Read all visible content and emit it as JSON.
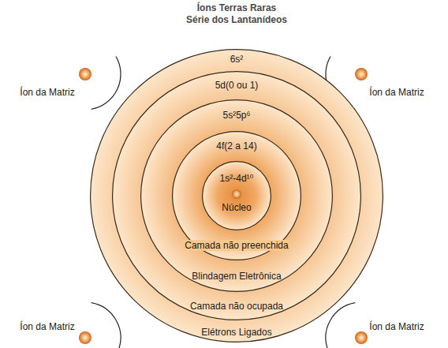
{
  "diagram": {
    "title": "Íons Terras Raras Série dos Lantanídeos",
    "nodes": [
      {
        "text": [
          "6s²",
          "Elétrons Ligados"
        ]
      },
      {
        "text": [
          "5d(0 ou 1)",
          "Camada não ocupada"
        ],
        "in": 0
      },
      {
        "text": [
          "5s²5p⁶",
          "Blindagem Eletrônica"
        ],
        "in": 1
      },
      {
        "text": [
          "4f(2 a 14)",
          "Camada não preenchida"
        ],
        "in": 2
      },
      {
        "text": [
          "1s²-4d¹⁰"
        ],
        "in": 3
      },
      {
        "text": [
          "Núcleo"
        ],
        "in": 4
      },
      {
        "text": [
          "Íon da Matriz"
        ]
      },
      {
        "text": [
          "Íon da Matriz"
        ]
      },
      {
        "text": [
          "Íon da Matriz"
        ]
      },
      {
        "text": [
          "Íon da Matriz"
        ]
      }
    ]
  }
}
